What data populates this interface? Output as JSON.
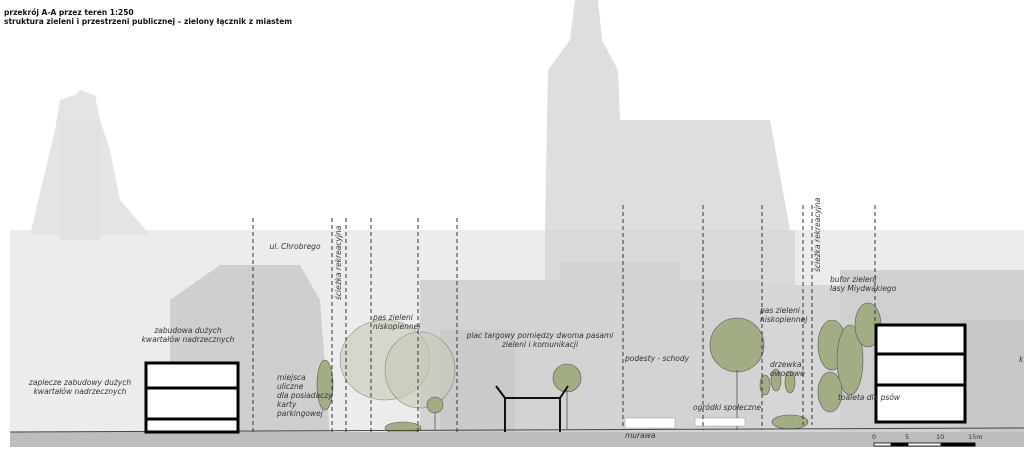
{
  "header": {
    "title": "przekrój A-A przez teren 1:250",
    "subtitle": "struktura zieleni i przestrzeni publicznej – zielony łącznik z miastem"
  },
  "labels": {
    "street": "ul. Chrobrego",
    "path_1": "ścieżka rekreacyjna",
    "green_strip_1": [
      "pas zieleni",
      "niskopiennej"
    ],
    "riverside_blocks": [
      "zabudowa dużych",
      "kwartałów nadrzecznych"
    ],
    "riverside_backyard": [
      "zaplecze zabudowy dużych",
      "kwartałów nadrzecznych"
    ],
    "parking": [
      "miejsca",
      "uliczne",
      "dla posiadaczy",
      "karty",
      "parkingowej"
    ],
    "market_square": [
      "plac targowy pomiędzy dwoma pasami",
      "zieleni i komunikacji"
    ],
    "platforms": "podesty - schody",
    "green_strip_2": [
      "pas zieleni",
      "niskopiennej"
    ],
    "fruit_trees": [
      "drzewka",
      "owocowe"
    ],
    "community_gardens": "ogródki społeczne",
    "path_2": "ścieżka rekreacyjna",
    "green_buffer": [
      "bufor zieleni",
      "lasy Miydwakiego"
    ],
    "dog_toilet": "toaleta dla psów",
    "lawn": "murawa",
    "cut_off": "k"
  },
  "scale_bar": {
    "ticks": [
      "0",
      "5",
      "10",
      "15m"
    ]
  },
  "colors": {
    "tree": "#a3ad85",
    "ground": "#bdbdbd",
    "bg_light": "#e6e6e6",
    "bg_mid": "#d2d2d2"
  }
}
